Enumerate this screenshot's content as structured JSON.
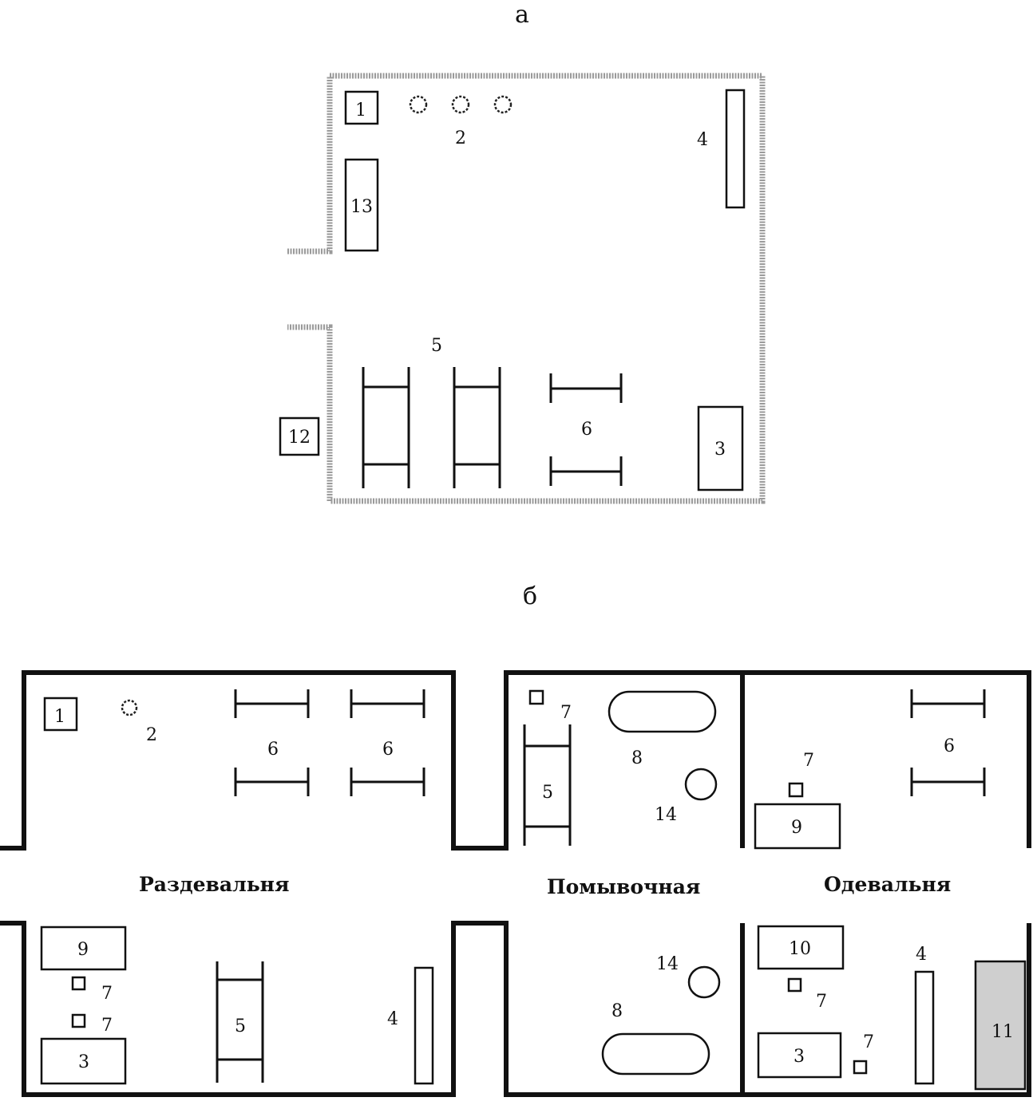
{
  "figure_a": {
    "label": "а",
    "items": {
      "n1": "1",
      "n2": "2",
      "n3": "3",
      "n4": "4",
      "n5": "5",
      "n6": "6",
      "n12": "12",
      "n13": "13"
    }
  },
  "figure_b": {
    "label": "б",
    "rooms": {
      "undressing": "Раздевальня",
      "washing": "Помывочная",
      "dressing": "Одевальня"
    },
    "items": {
      "n1": "1",
      "n2": "2",
      "n3": "3",
      "n4": "4",
      "n5": "5",
      "n6": "6",
      "n7": "7",
      "n8": "8",
      "n9": "9",
      "n10": "10",
      "n11": "11",
      "n14": "14"
    }
  }
}
